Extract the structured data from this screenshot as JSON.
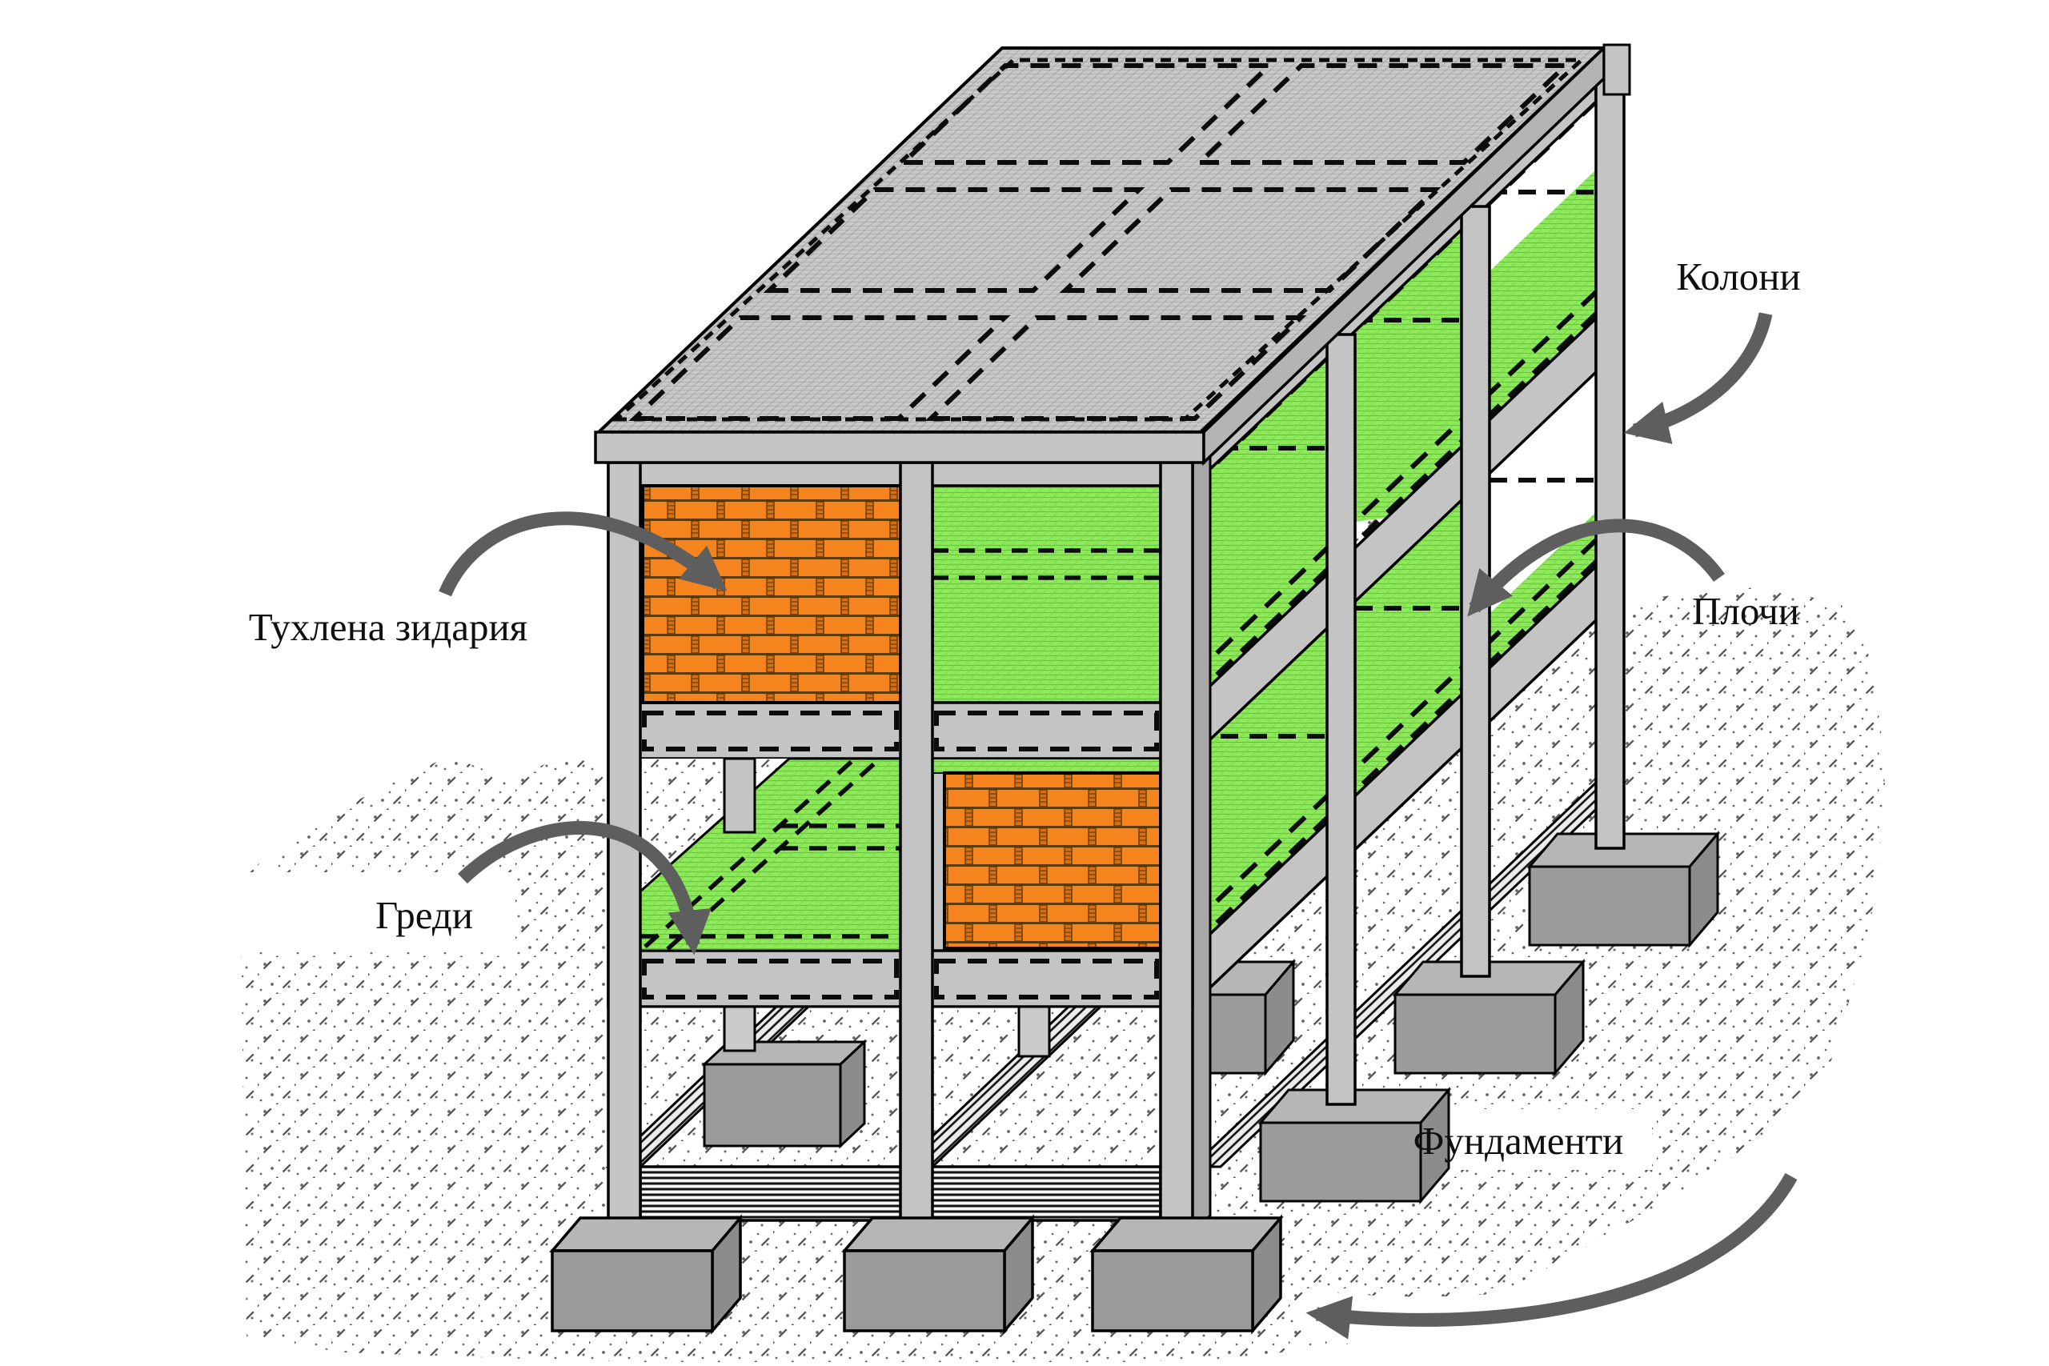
{
  "diagram": {
    "title_hint": "axonometric reinforced-concrete frame building scheme",
    "labels": {
      "columns": "Колони",
      "brick_masonry": "Тухлена зидария",
      "slabs": "Плочи",
      "beams": "Греди",
      "foundations": "Фундаменти"
    },
    "colors": {
      "brick_orange": "#F5831E",
      "slab_green": "#8FE95C",
      "concrete_gray": "#C4C4C4",
      "roof_gray": "#C9C9C9",
      "foundation_gray": "#9B9B9B",
      "arrow_gray": "#5E5E5E",
      "outline_black": "#000000",
      "ground_hatch_line": "#555555"
    }
  }
}
